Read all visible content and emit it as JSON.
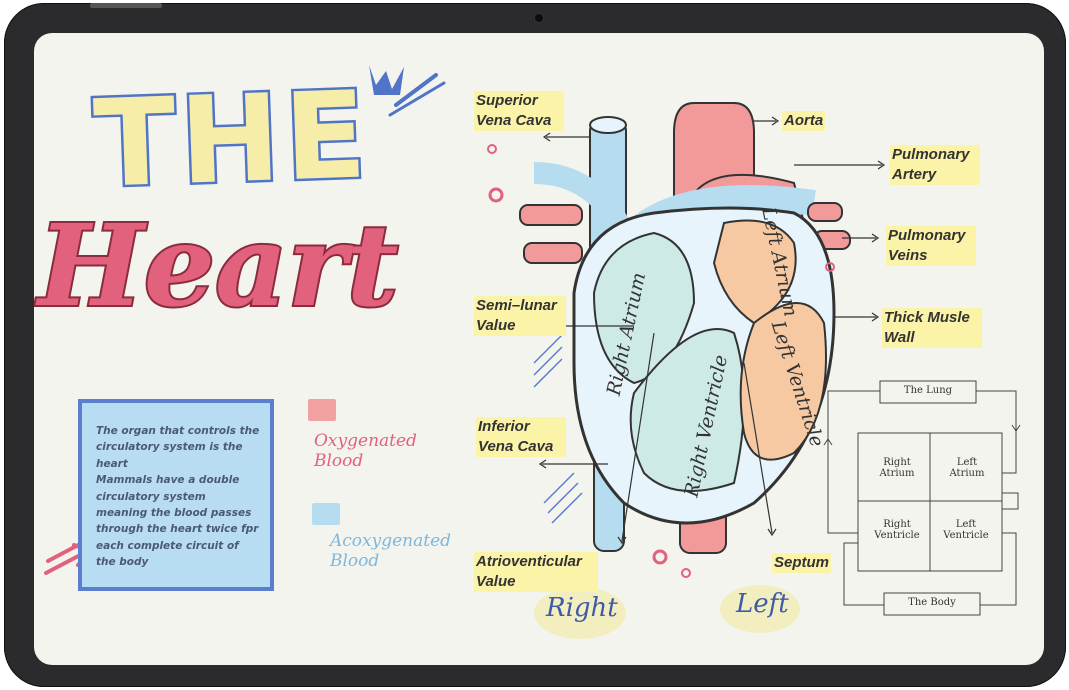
{
  "title": {
    "line1": "THE",
    "line2": "Heart"
  },
  "description": {
    "line1": "The organ that controls the circulatory system is the heart",
    "line2": "Mammals have a double circulatory system meaning the blood passes through the heart twice fpr each complete circuit of the body"
  },
  "legend": [
    {
      "label": "Oxygenated Blood",
      "color": "#f2a1a1"
    },
    {
      "label": "Acoxygenated Blood",
      "color": "#b6dcef"
    }
  ],
  "labels": {
    "superior_vena_cava": "Superior Vena Cava",
    "aorta": "Aorta",
    "pulmonary_artery": "Pulmonary Artery",
    "pulmonary_veins": "Pulmonary Veins",
    "semilunar_value": "Semi–lunar Value",
    "thick_muscle_wall": "Thick Musle Wall",
    "inferior_vena_cava": "Inferior Vena Cava",
    "atrioventicular_value": "Atrioventicular Value",
    "septum": "Septum"
  },
  "chambers": {
    "right_atrium": "Right Atrium",
    "right_ventricle": "Right Ventricle",
    "left_atrium": "Left Atrium",
    "left_ventricle": "Left Ventricle"
  },
  "sides": {
    "right": "Right",
    "left": "Left"
  },
  "flow_chart": {
    "lung": "The Lung",
    "body": "The Body",
    "right_atrium": "Right Atrium",
    "left_atrium": "Left Atrium",
    "right_ventricle": "Right Ventricle",
    "left_ventricle": "Left Ventricle"
  },
  "colors": {
    "accent_blue": "#5b7ecf",
    "highlight_yellow": "#fbf3a8",
    "title_pink": "#e2617d"
  },
  "icons": [
    "crown-doodle-icon",
    "pointer-arrow-icon"
  ]
}
